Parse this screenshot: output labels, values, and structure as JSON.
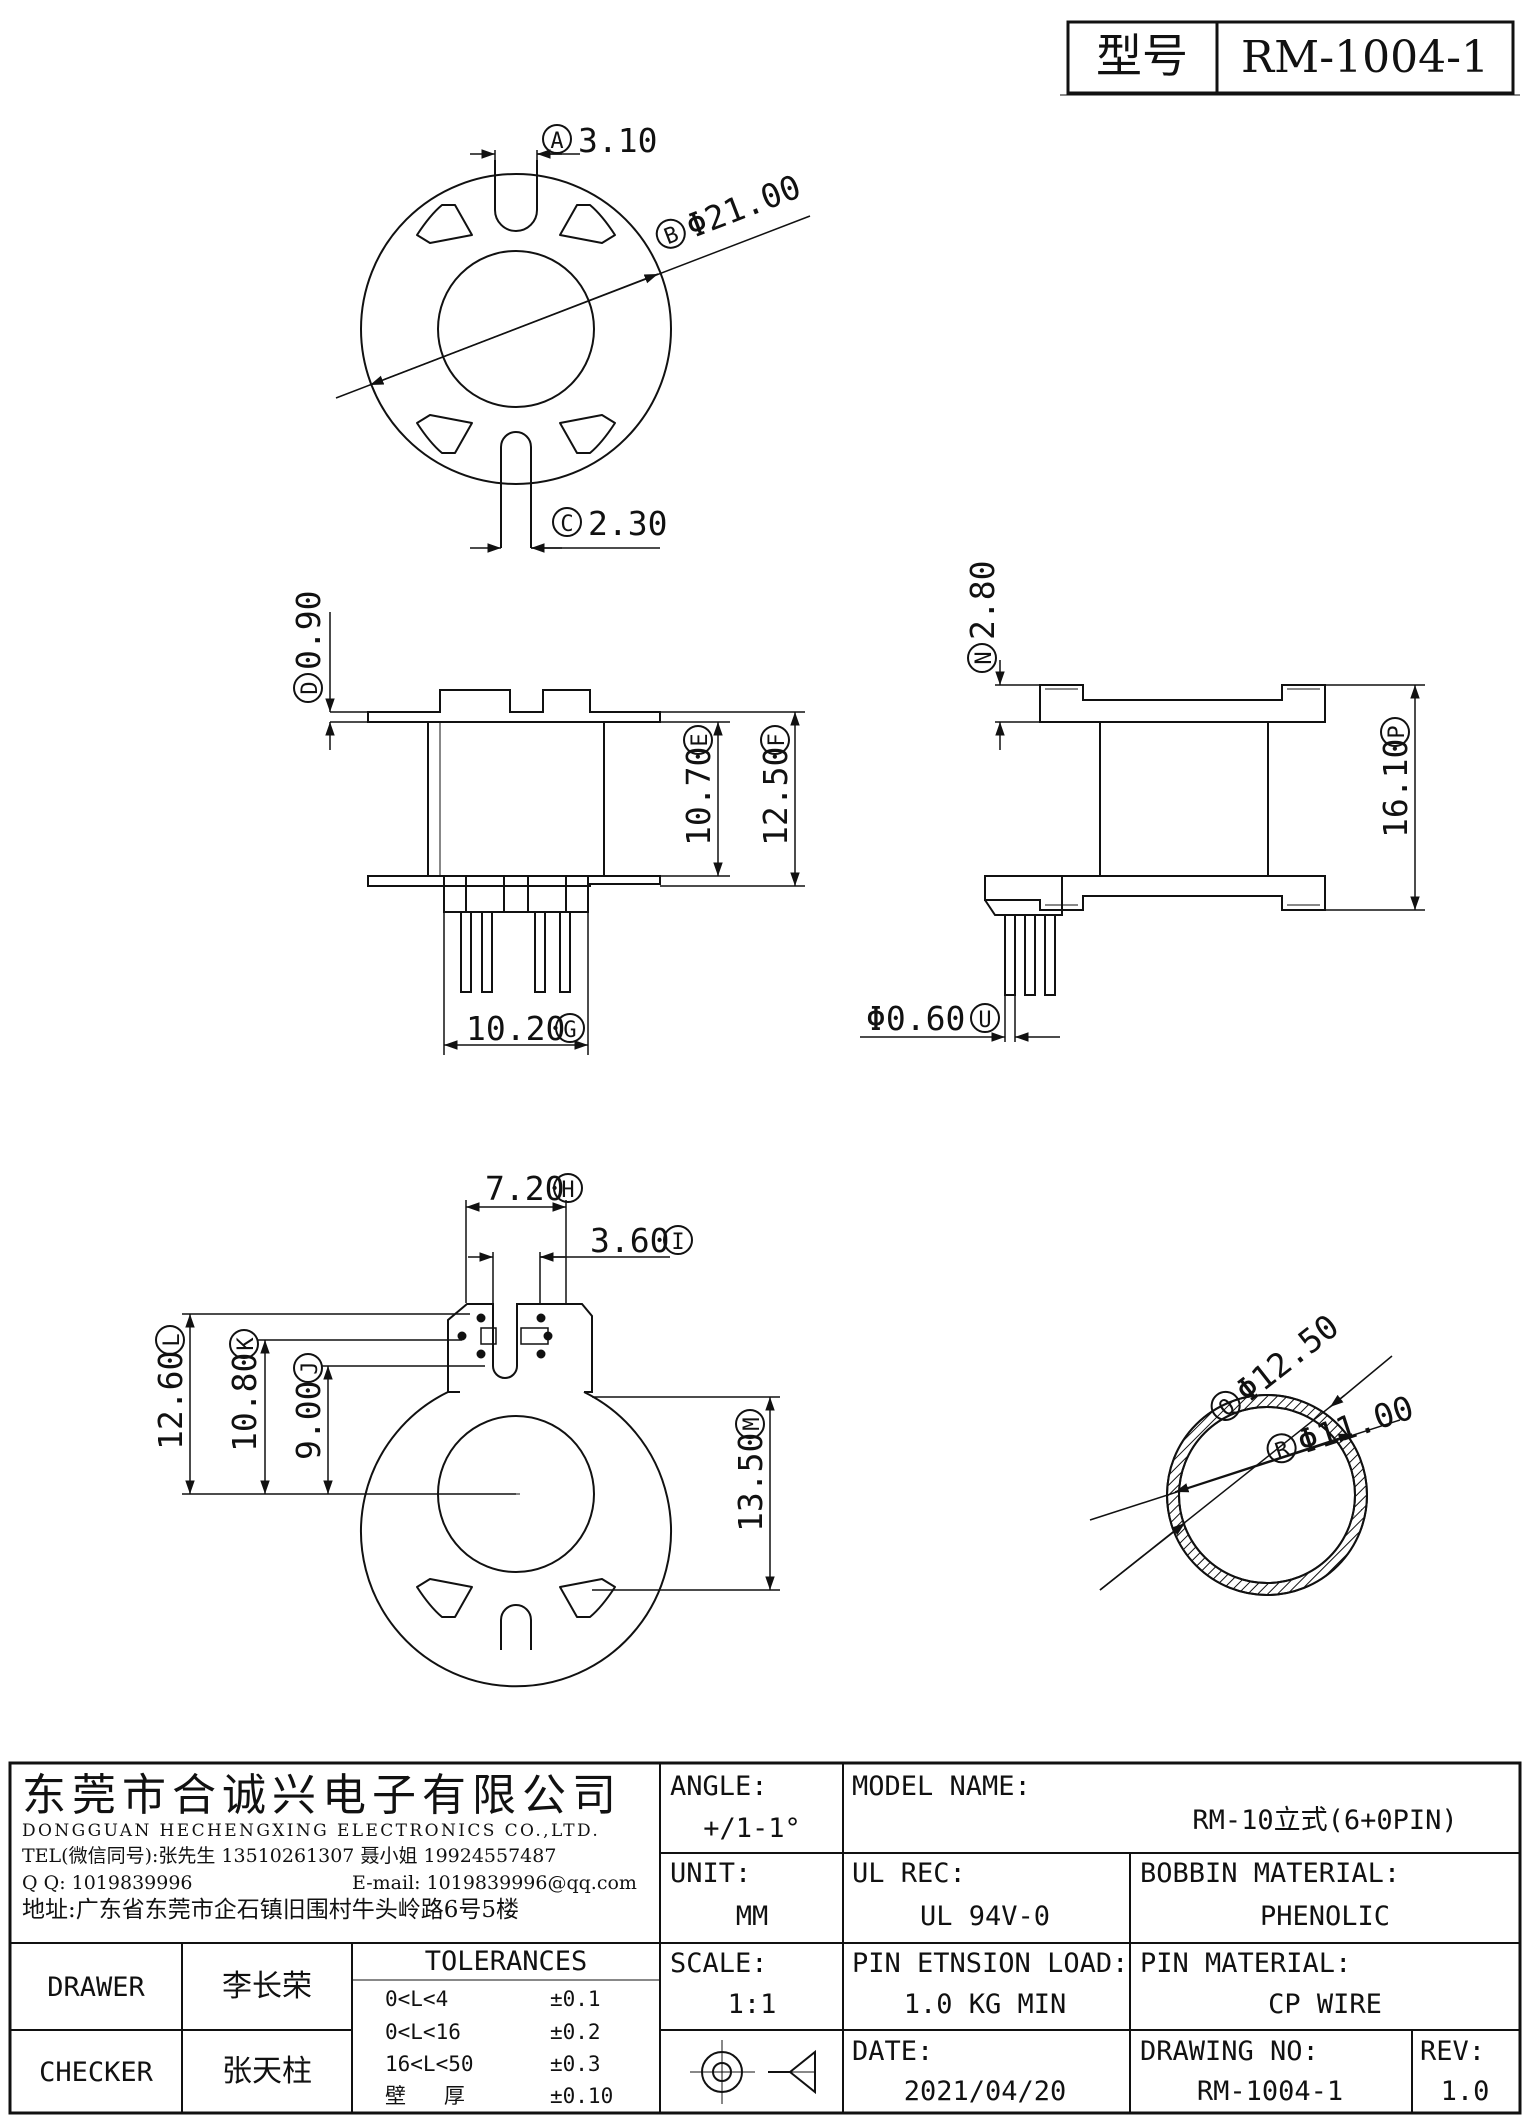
{
  "model_box": {
    "label": "型号",
    "value": "RM-1004-1"
  },
  "dimensions": {
    "A": {
      "letter": "A",
      "value": "3.10"
    },
    "B": {
      "letter": "B",
      "value": "Φ21.00"
    },
    "C": {
      "letter": "C",
      "value": "2.30"
    },
    "D": {
      "letter": "D",
      "value": "0.90"
    },
    "E": {
      "letter": "E",
      "value": "10.70"
    },
    "F": {
      "letter": "F",
      "value": "12.50"
    },
    "G": {
      "letter": "G",
      "value": "10.20"
    },
    "N": {
      "letter": "N",
      "value": "2.80"
    },
    "P": {
      "letter": "P",
      "value": "16.10"
    },
    "U": {
      "letter": "U",
      "value": "Φ0.60"
    },
    "H": {
      "letter": "H",
      "value": "7.20"
    },
    "I": {
      "letter": "I",
      "value": "3.60"
    },
    "L": {
      "letter": "L",
      "value": "12.60"
    },
    "K": {
      "letter": "K",
      "value": "10.80"
    },
    "J": {
      "letter": "J",
      "value": "9.00"
    },
    "M": {
      "letter": "M",
      "value": "13.50"
    },
    "Q": {
      "letter": "Q",
      "value": "Φ12.50"
    },
    "R": {
      "letter": "R",
      "value": "Φ11.00"
    }
  },
  "company": {
    "name_cn": "东莞市合诚兴电子有限公司",
    "name_en": "DONGGUAN HECHENGXING ELECTRONICS CO.,LTD.",
    "tel": "TEL(微信同号):张先生 13510261307 聂小姐 19924557487",
    "qq": "Q Q: 1019839996",
    "email": "E-mail: 1019839996@qq.com",
    "address": "地址:广东省东莞市企石镇旧围村牛头岭路6号5楼"
  },
  "title_block": {
    "angle_label": "ANGLE:",
    "angle_value": "+/1-1°",
    "model_name_label": "MODEL NAME:",
    "model_name_value": "RM-10立式(6+0PIN)",
    "unit_label": "UNIT:",
    "unit_value": "MM",
    "ul_rec_label": "UL REC:",
    "ul_rec_value": "UL 94V-0",
    "bobbin_material_label": "BOBBIN MATERIAL:",
    "bobbin_material_value": "PHENOLIC",
    "scale_label": "SCALE:",
    "scale_value": "1:1",
    "pin_load_label": "PIN ETNSION LOAD:",
    "pin_load_value": "1.0 KG MIN",
    "pin_material_label": "PIN MATERIAL:",
    "pin_material_value": "CP WIRE",
    "date_label": "DATE:",
    "date_value": "2021/04/20",
    "drawing_no_label": "DRAWING NO:",
    "drawing_no_value": "RM-1004-1",
    "rev_label": "REV:",
    "rev_value": "1.0",
    "drawer_label": "DRAWER",
    "drawer_name": "李长荣",
    "checker_label": "CHECKER",
    "checker_name": "张天柱",
    "tolerances_title": "TOLERANCES",
    "tolerances": [
      {
        "range": "0<L<4",
        "value": "±0.1"
      },
      {
        "range": "0<L<16",
        "value": "±0.2"
      },
      {
        "range": "16<L<50",
        "value": "±0.3"
      },
      {
        "range": "壁   厚",
        "value": "±0.10"
      }
    ]
  }
}
